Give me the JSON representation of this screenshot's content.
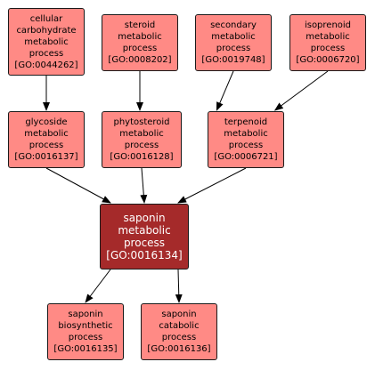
{
  "colors": {
    "node_fill": "#ff8a85",
    "focus_fill": "#a52a2a",
    "edge": "#000000"
  },
  "nodes": {
    "cellular_carbohydrate": {
      "lines": [
        "cellular",
        "carbohydrate",
        "metabolic",
        "process"
      ],
      "id": "[GO:0044262]"
    },
    "steroid": {
      "lines": [
        "steroid",
        "metabolic",
        "process"
      ],
      "id": "[GO:0008202]"
    },
    "secondary": {
      "lines": [
        "secondary",
        "metabolic",
        "process"
      ],
      "id": "[GO:0019748]"
    },
    "isoprenoid": {
      "lines": [
        "isoprenoid",
        "metabolic",
        "process"
      ],
      "id": "[GO:0006720]"
    },
    "glycoside": {
      "lines": [
        "glycoside",
        "metabolic",
        "process"
      ],
      "id": "[GO:0016137]"
    },
    "phytosteroid": {
      "lines": [
        "phytosteroid",
        "metabolic",
        "process"
      ],
      "id": "[GO:0016128]"
    },
    "terpenoid": {
      "lines": [
        "terpenoid",
        "metabolic",
        "process"
      ],
      "id": "[GO:0006721]"
    },
    "saponin": {
      "lines": [
        "saponin",
        "metabolic",
        "process"
      ],
      "id": "[GO:0016134]"
    },
    "saponin_biosynthetic": {
      "lines": [
        "saponin",
        "biosynthetic",
        "process"
      ],
      "id": "[GO:0016135]"
    },
    "saponin_catabolic": {
      "lines": [
        "saponin",
        "catabolic",
        "process"
      ],
      "id": "[GO:0016136]"
    }
  },
  "edges": [
    [
      "cellular_carbohydrate",
      "glycoside"
    ],
    [
      "steroid",
      "phytosteroid"
    ],
    [
      "secondary",
      "terpenoid"
    ],
    [
      "isoprenoid",
      "terpenoid"
    ],
    [
      "glycoside",
      "saponin"
    ],
    [
      "phytosteroid",
      "saponin"
    ],
    [
      "terpenoid",
      "saponin"
    ],
    [
      "saponin",
      "saponin_biosynthetic"
    ],
    [
      "saponin",
      "saponin_catabolic"
    ]
  ]
}
